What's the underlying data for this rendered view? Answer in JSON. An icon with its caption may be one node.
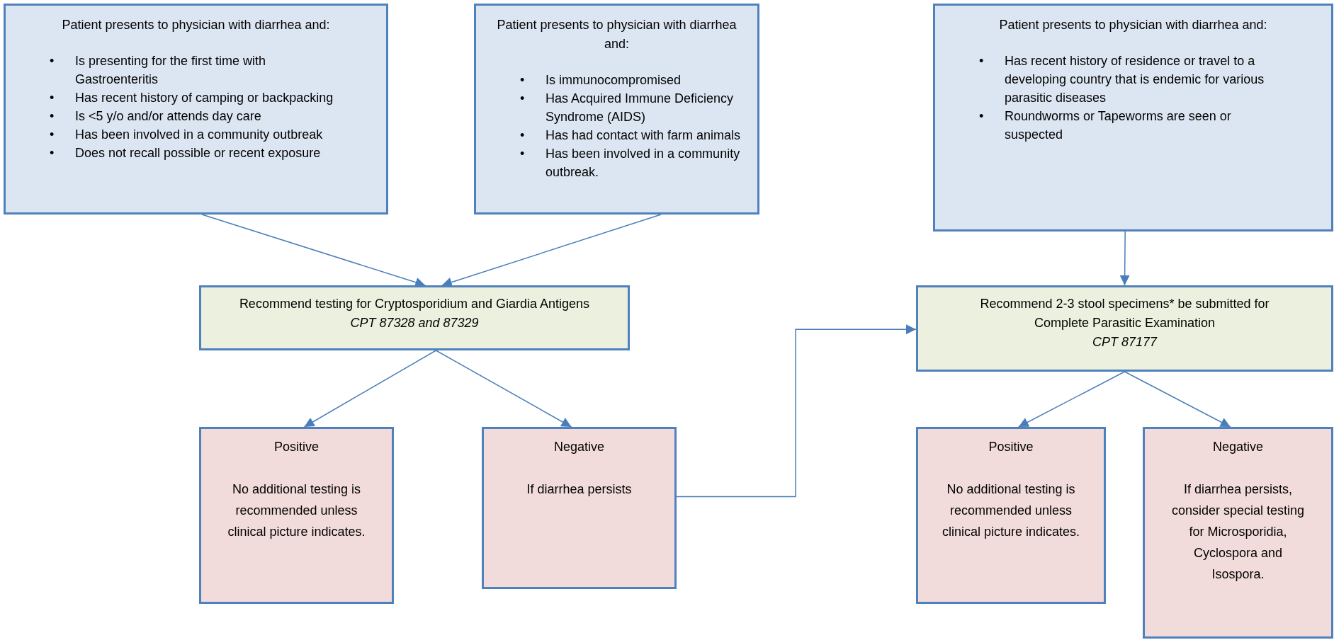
{
  "diagram": {
    "nodes": [
      {
        "text": [
          "Patient presents to physician with diarrhea and:",
          "•",
          "Is presenting for the first time with Gastroenteritis",
          "•",
          "Has recent history of camping or backpacking",
          "•",
          "Is <5 y/o and/or attends day care",
          "•",
          "Has been involved in a community outbreak",
          "•",
          "Does not recall possible or recent exposure"
        ]
      },
      {
        "text": [
          "Patient presents to physician with diarrhea and:",
          "•",
          "Is immunocompromised",
          "•",
          "Has Acquired Immune Deficiency Syndrome (AIDS)",
          "•",
          "Has had contact with farm animals",
          "•",
          "Has been involved in a community outbreak."
        ]
      },
      {
        "text": [
          "Patient presents to physician with diarrhea and:",
          "•",
          "Has recent history of residence or travel to a developing country that is endemic for various parasitic diseases",
          "•",
          "Roundworms or Tapeworms are seen or suspected"
        ]
      },
      {
        "text": [
          "Recommend testing for Cryptosporidium and Giardia Antigens",
          "CPT 87328 and 87329"
        ]
      },
      {
        "text": [
          "Recommend 2-3 stool specimens* be submitted for Complete Parasitic Examination",
          "CPT 87177"
        ]
      },
      {
        "text": [
          "Positive",
          "No additional testing is recommended unless clinical picture indicates."
        ]
      },
      {
        "text": [
          "Negative",
          "If diarrhea persists"
        ]
      },
      {
        "text": [
          "Positive",
          "No additional testing is recommended unless clinical picture indicates."
        ]
      },
      {
        "text": [
          "Negative",
          "If diarrhea persists, consider special testing for Microsporidia, Cyclospora and Isospora."
        ]
      }
    ],
    "edges": [
      {
        "from": 0,
        "to": 3,
        "arrow": "to"
      },
      {
        "from": 1,
        "to": 3,
        "arrow": "to"
      },
      {
        "from": 2,
        "to": 4,
        "arrow": "to"
      },
      {
        "from": 3,
        "to": 5,
        "arrow": "to"
      },
      {
        "from": 3,
        "to": 6,
        "arrow": "to"
      },
      {
        "from": 6,
        "to": 4,
        "arrow": "to"
      },
      {
        "from": 4,
        "to": 7,
        "arrow": "to"
      },
      {
        "from": 4,
        "to": 8,
        "arrow": "to"
      }
    ]
  }
}
